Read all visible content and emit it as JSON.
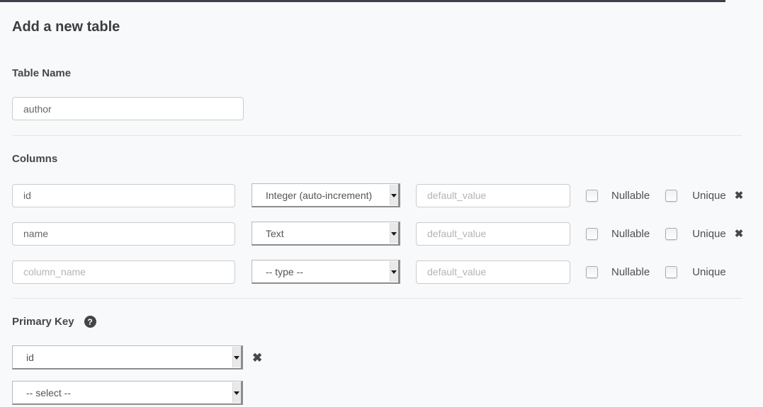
{
  "page": {
    "title": "Add a new table"
  },
  "colors": {
    "topbar": "#3b404a",
    "background": "#f8f9fa"
  },
  "icons": {
    "remove": "✖",
    "help": "?"
  },
  "table_name": {
    "label": "Table Name",
    "value": "author"
  },
  "columns": {
    "heading": "Columns",
    "name_placeholder": "column_name",
    "default_placeholder": "default_value",
    "nullable_label": "Nullable",
    "unique_label": "Unique",
    "rows": [
      {
        "name": "id",
        "type": "Integer (auto-increment)",
        "default": "",
        "nullable_checked": false,
        "unique_checked": false,
        "removable": true
      },
      {
        "name": "name",
        "type": "Text",
        "default": "",
        "nullable_checked": false,
        "unique_checked": false,
        "removable": true
      },
      {
        "name": "",
        "type": "-- type --",
        "default": "",
        "nullable_checked": false,
        "unique_checked": false,
        "removable": false
      }
    ]
  },
  "primary_key": {
    "heading": "Primary Key",
    "selects": [
      {
        "value": "id",
        "removable": true
      },
      {
        "value": "-- select --",
        "removable": false
      }
    ]
  }
}
